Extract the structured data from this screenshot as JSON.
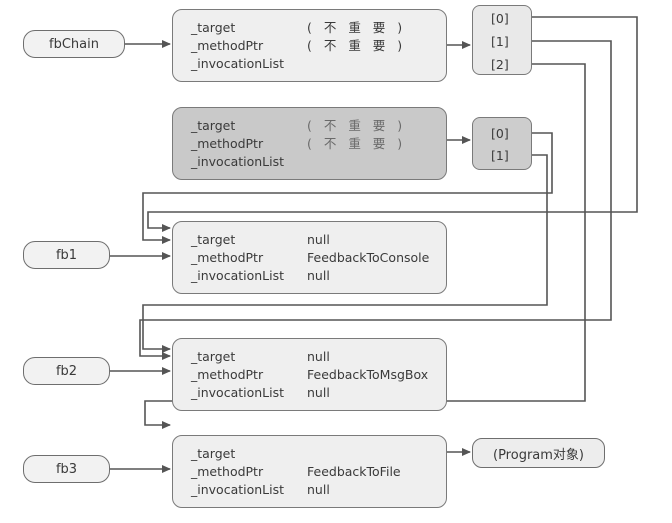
{
  "variables": {
    "fbChain": "fbChain",
    "fb1": "fb1",
    "fb2": "fb2",
    "fb3": "fb3"
  },
  "fields": {
    "target": "_target",
    "method": "_methodPtr",
    "invocation": "_invocationList"
  },
  "chain_object": {
    "target": "( 不 重 要 )",
    "method": "( 不 重 要 )"
  },
  "old_chain_object": {
    "target": "( 不 重 要 )",
    "method": "( 不 重 要 )"
  },
  "fb1_object": {
    "target": "null",
    "method": "FeedbackToConsole",
    "invocation": "null"
  },
  "fb2_object": {
    "target": "null",
    "method": "FeedbackToMsgBox",
    "invocation": "null"
  },
  "fb3_object": {
    "target": "",
    "method": "FeedbackToFile",
    "invocation": "null"
  },
  "chain_array": [
    "[0]",
    "[1]",
    "[2]"
  ],
  "old_array": [
    "[0]",
    "[1]"
  ],
  "program_object": "(Program对象)"
}
